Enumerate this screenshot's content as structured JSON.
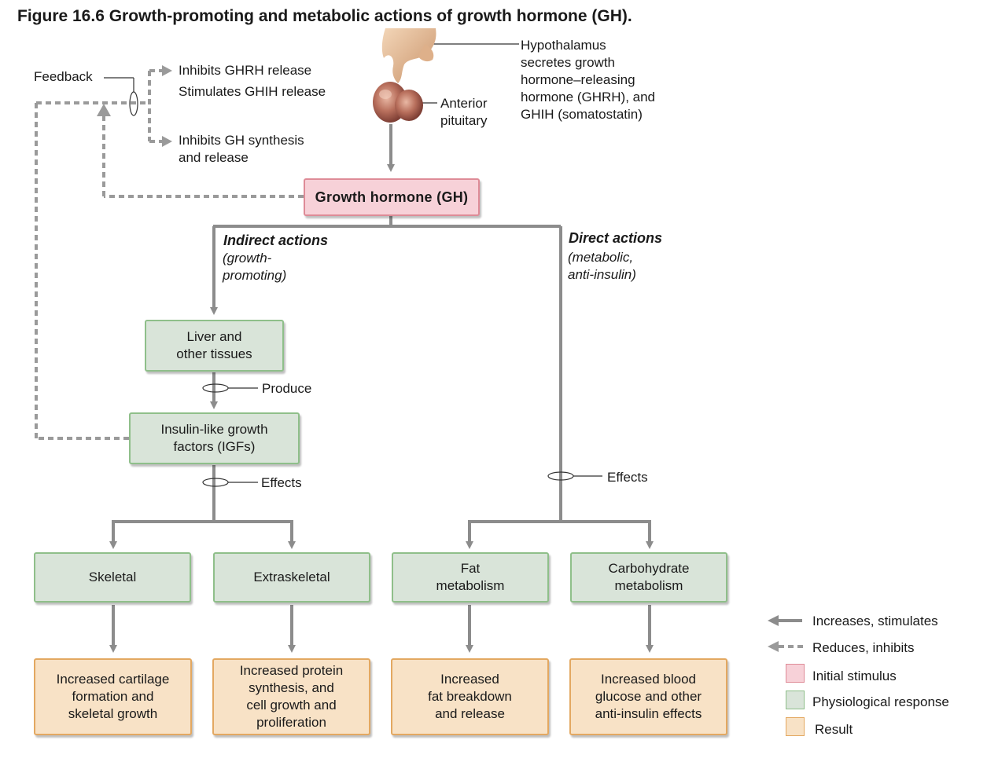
{
  "title": "Figure 16.6  Growth-promoting and metabolic actions of growth hormone (GH).",
  "hypothalamus_label": "Hypothalamus\nsecretes growth\nhormone–releasing\nhormone (GHRH), and\nGHIH (somatostatin)",
  "pituitary_label": "Anterior\npituitary",
  "feedback": {
    "label": "Feedback",
    "inhibits_ghrh": "Inhibits GHRH release",
    "stimulates_ghih": "Stimulates GHIH release",
    "inhibits_gh": "Inhibits GH synthesis\nand release"
  },
  "gh_box": "Growth hormone (GH)",
  "indirect": {
    "title": "Indirect actions",
    "subtitle": "(growth-\npromoting)"
  },
  "direct": {
    "title": "Direct actions",
    "subtitle": "(metabolic,\nanti-insulin)"
  },
  "liver_box": "Liver and\nother tissues",
  "produce_label": "Produce",
  "igf_box": "Insulin-like growth\nfactors (IGFs)",
  "effects_left": "Effects",
  "effects_right": "Effects",
  "responses": [
    "Skeletal",
    "Extraskeletal",
    "Fat\nmetabolism",
    "Carbohydrate\nmetabolism"
  ],
  "results": [
    "Increased cartilage\nformation and\nskeletal growth",
    "Increased protein\nsynthesis, and\ncell growth and\nproliferation",
    "Increased\nfat breakdown\nand release",
    "Increased blood\nglucose and other\nanti-insulin effects"
  ],
  "legend": {
    "increases": "Increases, stimulates",
    "reduces": "Reduces, inhibits",
    "initial": "Initial stimulus",
    "physiological": "Physiological response",
    "result": "Result"
  },
  "colors": {
    "initial_stimulus": "#f7d1d8",
    "physiological_response": "#d9e4d9",
    "result": "#f8e2c6",
    "arrow": "#8c8c8c"
  }
}
